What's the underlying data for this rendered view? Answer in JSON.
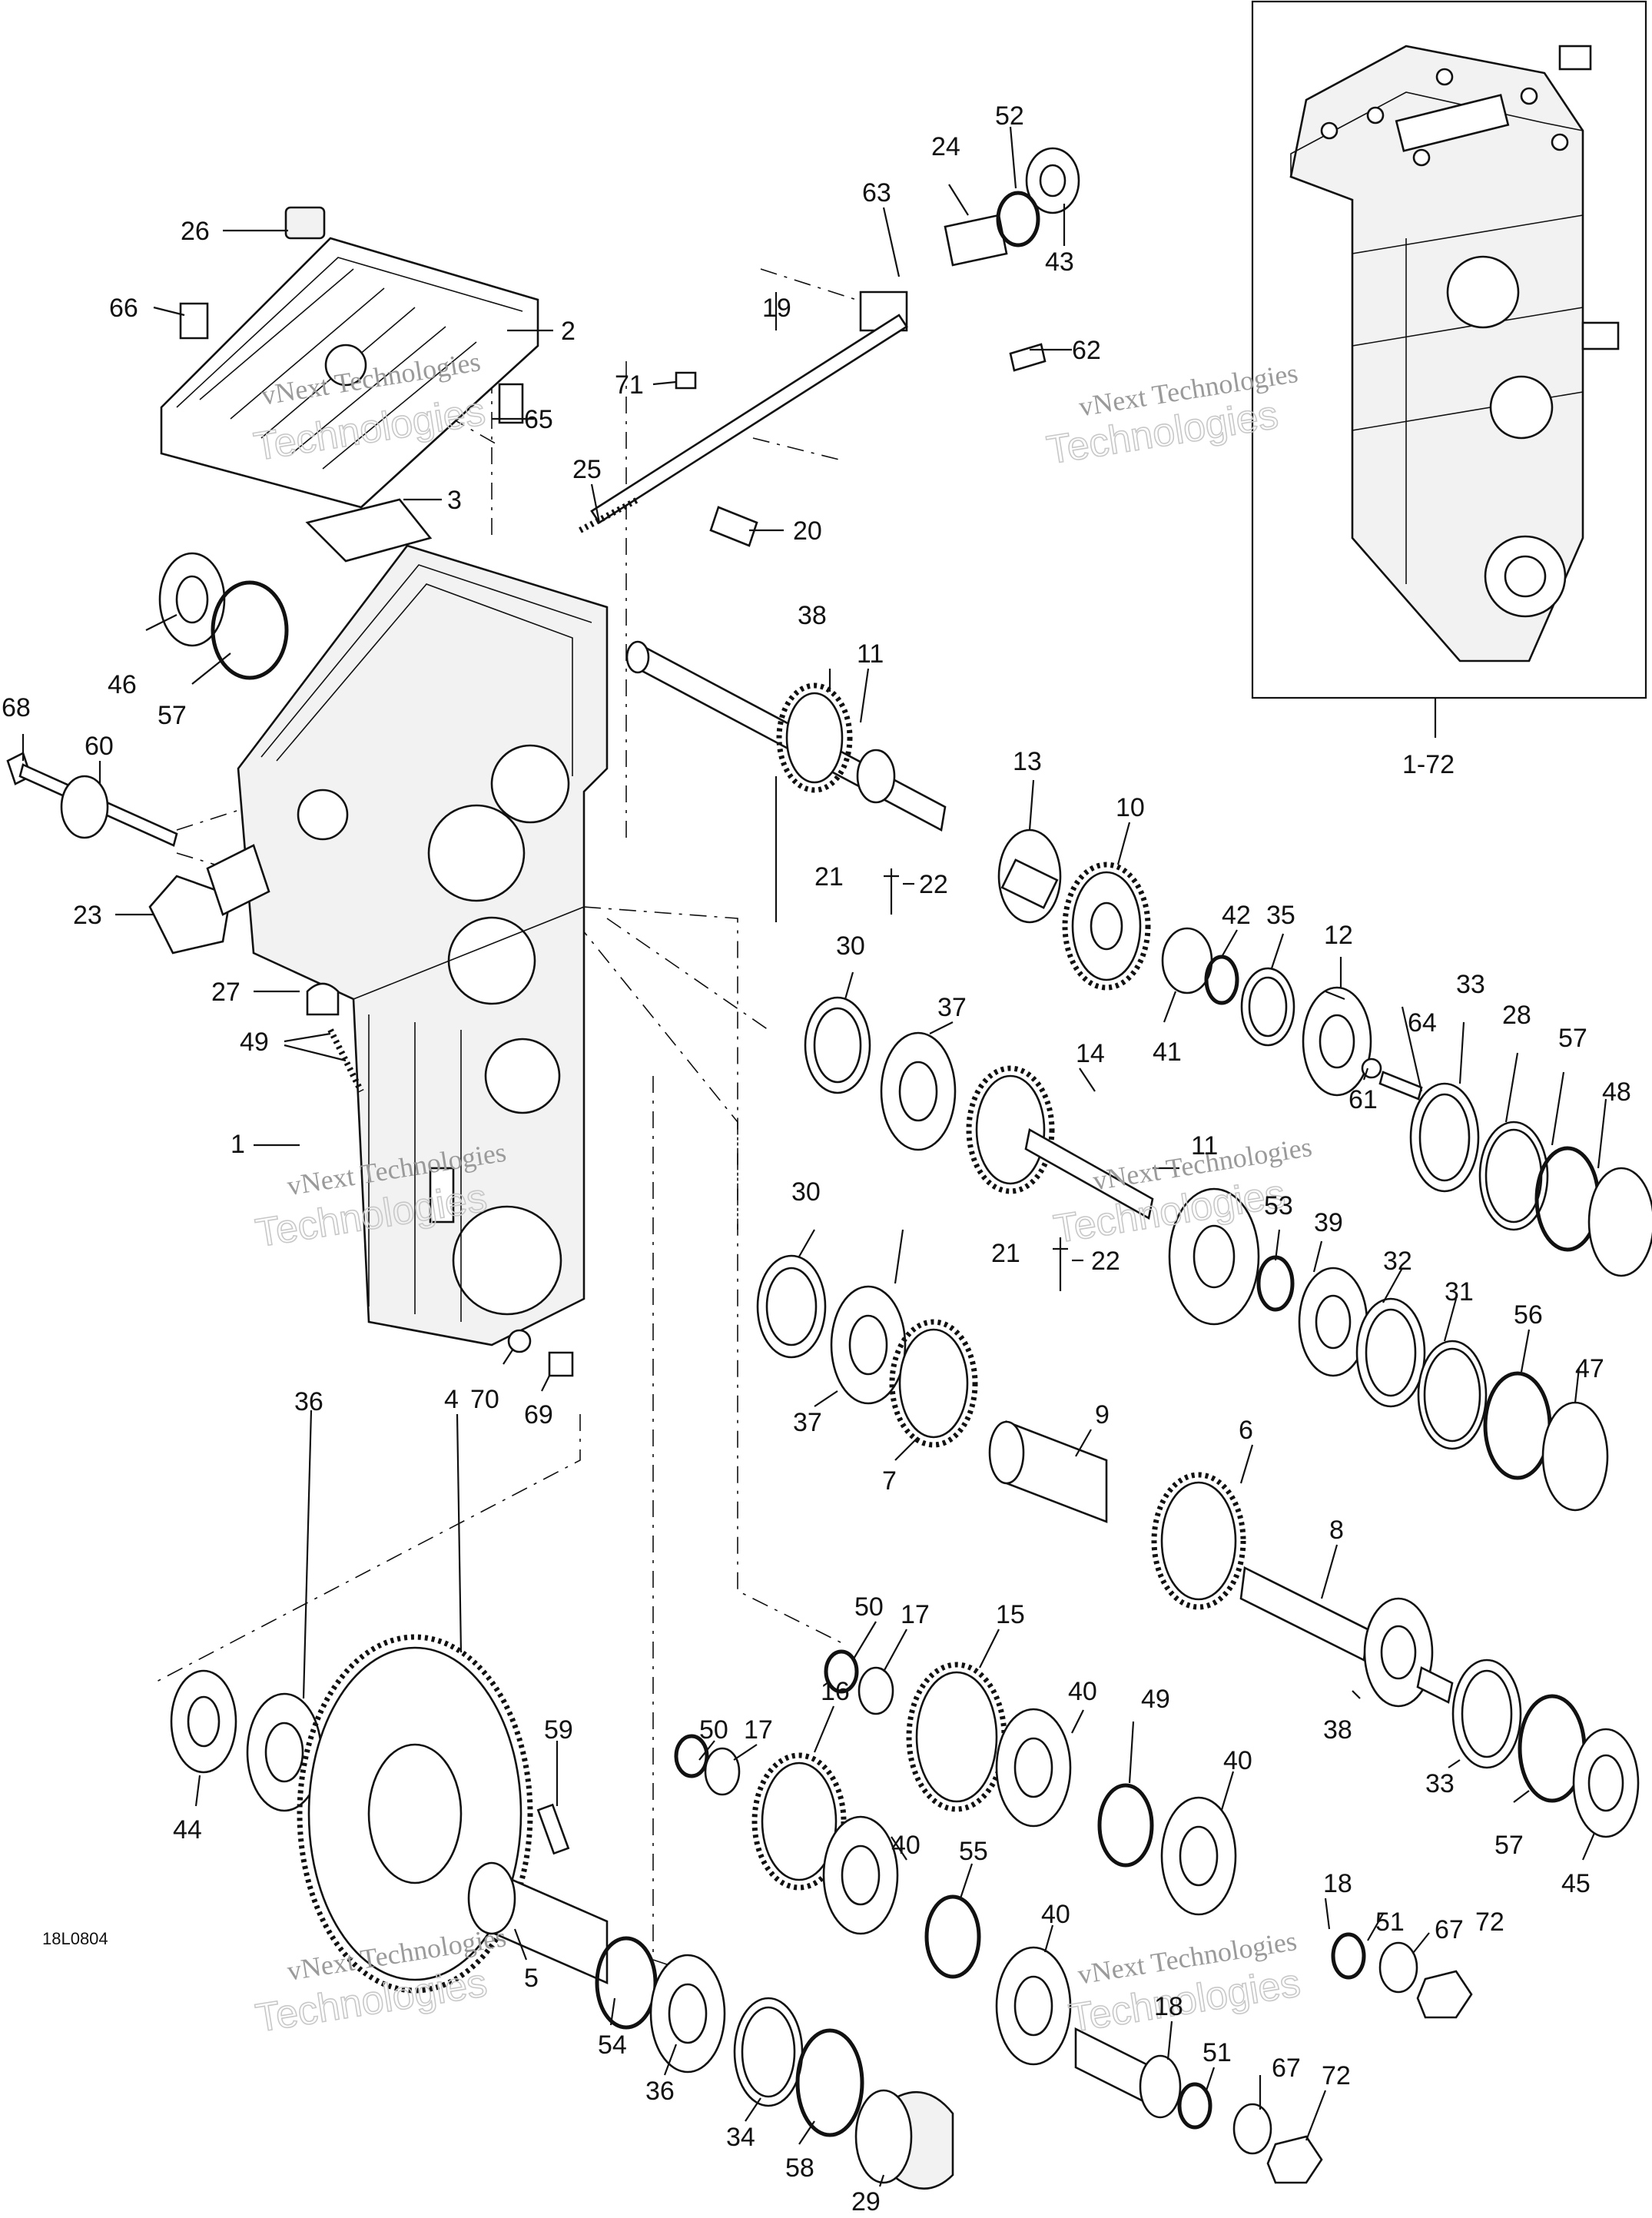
{
  "drawing_code": "18L0804",
  "assembly_label": "1-72",
  "watermark": {
    "line1": "vNext Technologies",
    "line2": "Technologies"
  },
  "callouts": [
    {
      "id": "c-1",
      "text": "1"
    },
    {
      "id": "c-2",
      "text": "2"
    },
    {
      "id": "c-3",
      "text": "3"
    },
    {
      "id": "c-4",
      "text": "4"
    },
    {
      "id": "c-5",
      "text": "5"
    },
    {
      "id": "c-6",
      "text": "6"
    },
    {
      "id": "c-7",
      "text": "7"
    },
    {
      "id": "c-8",
      "text": "8"
    },
    {
      "id": "c-9",
      "text": "9"
    },
    {
      "id": "c-10",
      "text": "10"
    },
    {
      "id": "c-11a",
      "text": "11"
    },
    {
      "id": "c-11b",
      "text": "11"
    },
    {
      "id": "c-12",
      "text": "12"
    },
    {
      "id": "c-13",
      "text": "13"
    },
    {
      "id": "c-14",
      "text": "14"
    },
    {
      "id": "c-15",
      "text": "15"
    },
    {
      "id": "c-16",
      "text": "16"
    },
    {
      "id": "c-17a",
      "text": "17"
    },
    {
      "id": "c-17b",
      "text": "17"
    },
    {
      "id": "c-18a",
      "text": "18"
    },
    {
      "id": "c-18b",
      "text": "18"
    },
    {
      "id": "c-19",
      "text": "19"
    },
    {
      "id": "c-20",
      "text": "20"
    },
    {
      "id": "c-21a",
      "text": "21"
    },
    {
      "id": "c-21b",
      "text": "21"
    },
    {
      "id": "c-22a",
      "text": "22"
    },
    {
      "id": "c-22b",
      "text": "22"
    },
    {
      "id": "c-23",
      "text": "23"
    },
    {
      "id": "c-24",
      "text": "24"
    },
    {
      "id": "c-25",
      "text": "25"
    },
    {
      "id": "c-26",
      "text": "26"
    },
    {
      "id": "c-27",
      "text": "27"
    },
    {
      "id": "c-28",
      "text": "28"
    },
    {
      "id": "c-29",
      "text": "29"
    },
    {
      "id": "c-30a",
      "text": "30"
    },
    {
      "id": "c-30b",
      "text": "30"
    },
    {
      "id": "c-31",
      "text": "31"
    },
    {
      "id": "c-32",
      "text": "32"
    },
    {
      "id": "c-33a",
      "text": "33"
    },
    {
      "id": "c-33b",
      "text": "33"
    },
    {
      "id": "c-34",
      "text": "34"
    },
    {
      "id": "c-35",
      "text": "35"
    },
    {
      "id": "c-36a",
      "text": "36"
    },
    {
      "id": "c-36b",
      "text": "36"
    },
    {
      "id": "c-37a",
      "text": "37"
    },
    {
      "id": "c-37b",
      "text": "37"
    },
    {
      "id": "c-38a",
      "text": "38"
    },
    {
      "id": "c-38b",
      "text": "38"
    },
    {
      "id": "c-39",
      "text": "39"
    },
    {
      "id": "c-40a",
      "text": "40"
    },
    {
      "id": "c-40b",
      "text": "40"
    },
    {
      "id": "c-40c",
      "text": "40"
    },
    {
      "id": "c-40d",
      "text": "40"
    },
    {
      "id": "c-41",
      "text": "41"
    },
    {
      "id": "c-42",
      "text": "42"
    },
    {
      "id": "c-43",
      "text": "43"
    },
    {
      "id": "c-44",
      "text": "44"
    },
    {
      "id": "c-45",
      "text": "45"
    },
    {
      "id": "c-46",
      "text": "46"
    },
    {
      "id": "c-47",
      "text": "47"
    },
    {
      "id": "c-48",
      "text": "48"
    },
    {
      "id": "c-49a",
      "text": "49"
    },
    {
      "id": "c-49b",
      "text": "49"
    },
    {
      "id": "c-50a",
      "text": "50"
    },
    {
      "id": "c-50b",
      "text": "50"
    },
    {
      "id": "c-51a",
      "text": "51"
    },
    {
      "id": "c-51b",
      "text": "51"
    },
    {
      "id": "c-52",
      "text": "52"
    },
    {
      "id": "c-53",
      "text": "53"
    },
    {
      "id": "c-54",
      "text": "54"
    },
    {
      "id": "c-55",
      "text": "55"
    },
    {
      "id": "c-56",
      "text": "56"
    },
    {
      "id": "c-57a",
      "text": "57"
    },
    {
      "id": "c-57b",
      "text": "57"
    },
    {
      "id": "c-57c",
      "text": "57"
    },
    {
      "id": "c-58",
      "text": "58"
    },
    {
      "id": "c-59",
      "text": "59"
    },
    {
      "id": "c-60",
      "text": "60"
    },
    {
      "id": "c-61",
      "text": "61"
    },
    {
      "id": "c-62",
      "text": "62"
    },
    {
      "id": "c-63",
      "text": "63"
    },
    {
      "id": "c-64",
      "text": "64"
    },
    {
      "id": "c-65",
      "text": "65"
    },
    {
      "id": "c-66",
      "text": "66"
    },
    {
      "id": "c-67a",
      "text": "67"
    },
    {
      "id": "c-67b",
      "text": "67"
    },
    {
      "id": "c-68",
      "text": "68"
    },
    {
      "id": "c-69",
      "text": "69"
    },
    {
      "id": "c-70",
      "text": "70"
    },
    {
      "id": "c-71",
      "text": "71"
    },
    {
      "id": "c-72a",
      "text": "72"
    },
    {
      "id": "c-72b",
      "text": "72"
    }
  ]
}
